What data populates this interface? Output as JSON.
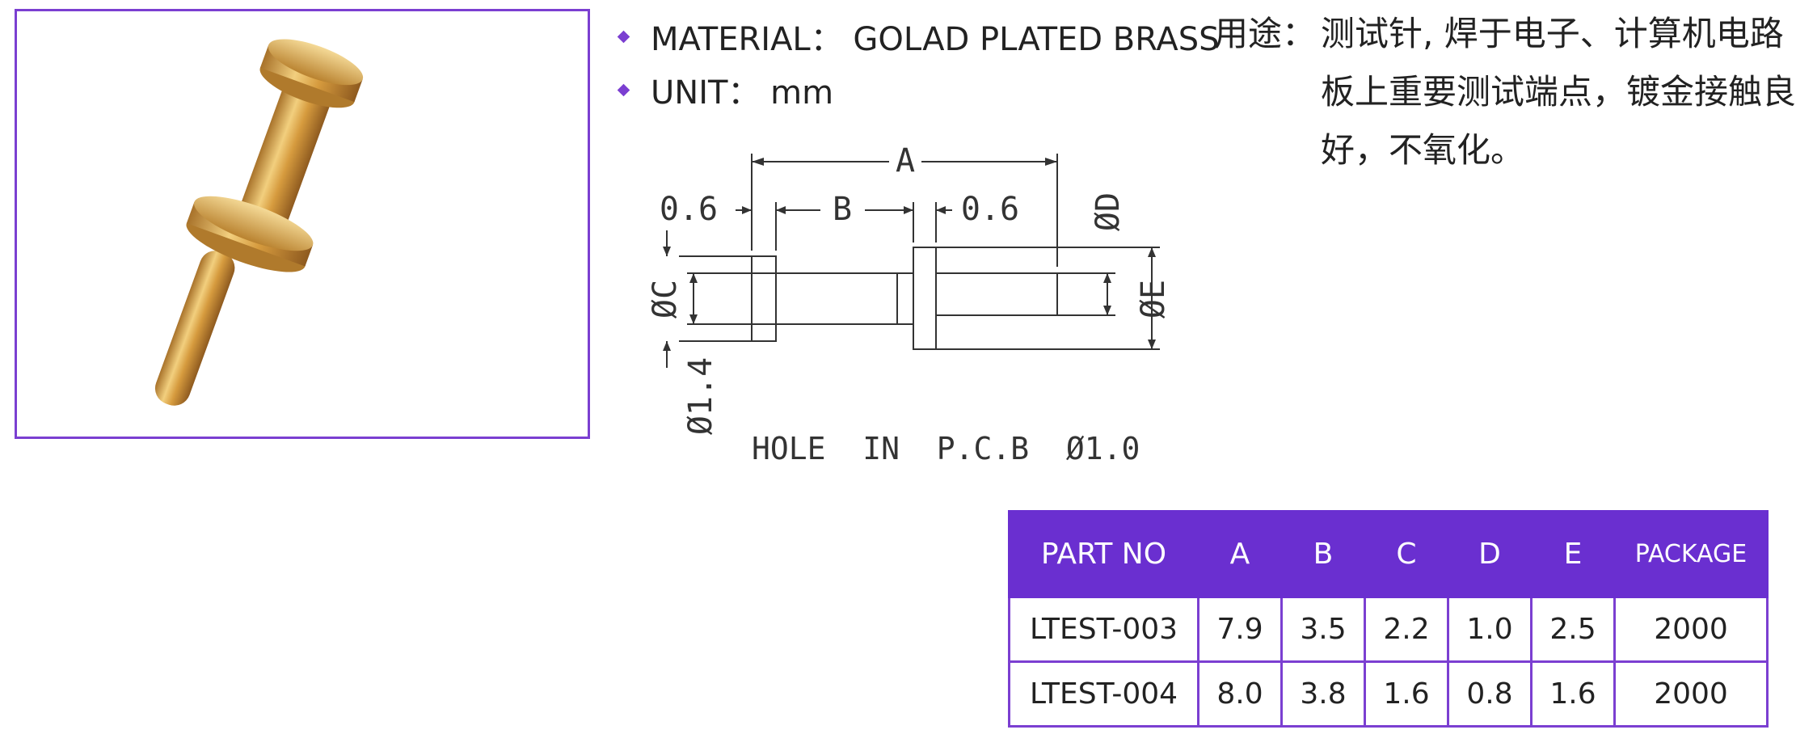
{
  "specs": {
    "material": "MATERIAL： GOLAD PLATED BRASS",
    "unit": "UNIT： mm"
  },
  "usage": {
    "label": "用途：",
    "text": "测试针, 焊于电子、计算机电路板上重要测试端点，镀金接触良好，不氧化。"
  },
  "drawing": {
    "dim_a": "A",
    "dim_b": "B",
    "dim_c": "ØC",
    "dim_d": "ØD",
    "dim_e": "ØE",
    "flange_left": "0.6",
    "flange_right": "0.6",
    "pin_dia": "Ø1.4",
    "hole_note": "HOLE  IN  P.C.B  Ø1.0"
  },
  "table": {
    "headers": [
      "PART NO",
      "A",
      "B",
      "C",
      "D",
      "E",
      "PACKAGE"
    ],
    "rows": [
      [
        "LTEST-003",
        "7.9",
        "3.5",
        "2.2",
        "1.0",
        "2.5",
        "2000"
      ],
      [
        "LTEST-004",
        "8.0",
        "3.8",
        "1.6",
        "0.8",
        "1.6",
        "2000"
      ]
    ]
  },
  "colors": {
    "accent": "#7B3FD1",
    "header_bg": "#6A2FD0",
    "brass": "#D9A441"
  }
}
